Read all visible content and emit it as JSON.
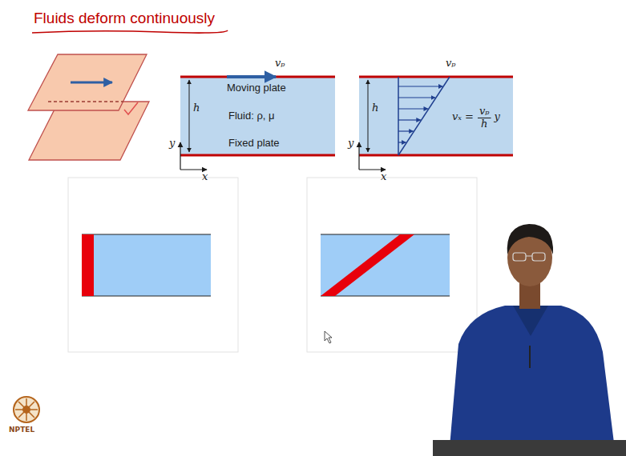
{
  "diagram": {
    "title": "Fluids deform continuously",
    "nodes": [
      {
        "text": [
          "Moving plate",
          "Fluid: ρ, μ",
          "Fixed plate"
        ]
      }
    ],
    "labels": [
      "vₚ",
      "h",
      "y",
      "x",
      "vₚ",
      "h",
      "y",
      "x",
      "vₓ =",
      "vₚ",
      "h",
      "y",
      "NPTEL"
    ]
  }
}
